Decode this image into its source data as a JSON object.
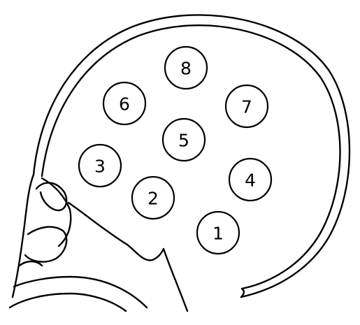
{
  "diagram": {
    "positions": [
      {
        "label": "1"
      },
      {
        "label": "2"
      },
      {
        "label": "3"
      },
      {
        "label": "4"
      },
      {
        "label": "5"
      },
      {
        "label": "6"
      },
      {
        "label": "7"
      },
      {
        "label": "8"
      }
    ]
  }
}
